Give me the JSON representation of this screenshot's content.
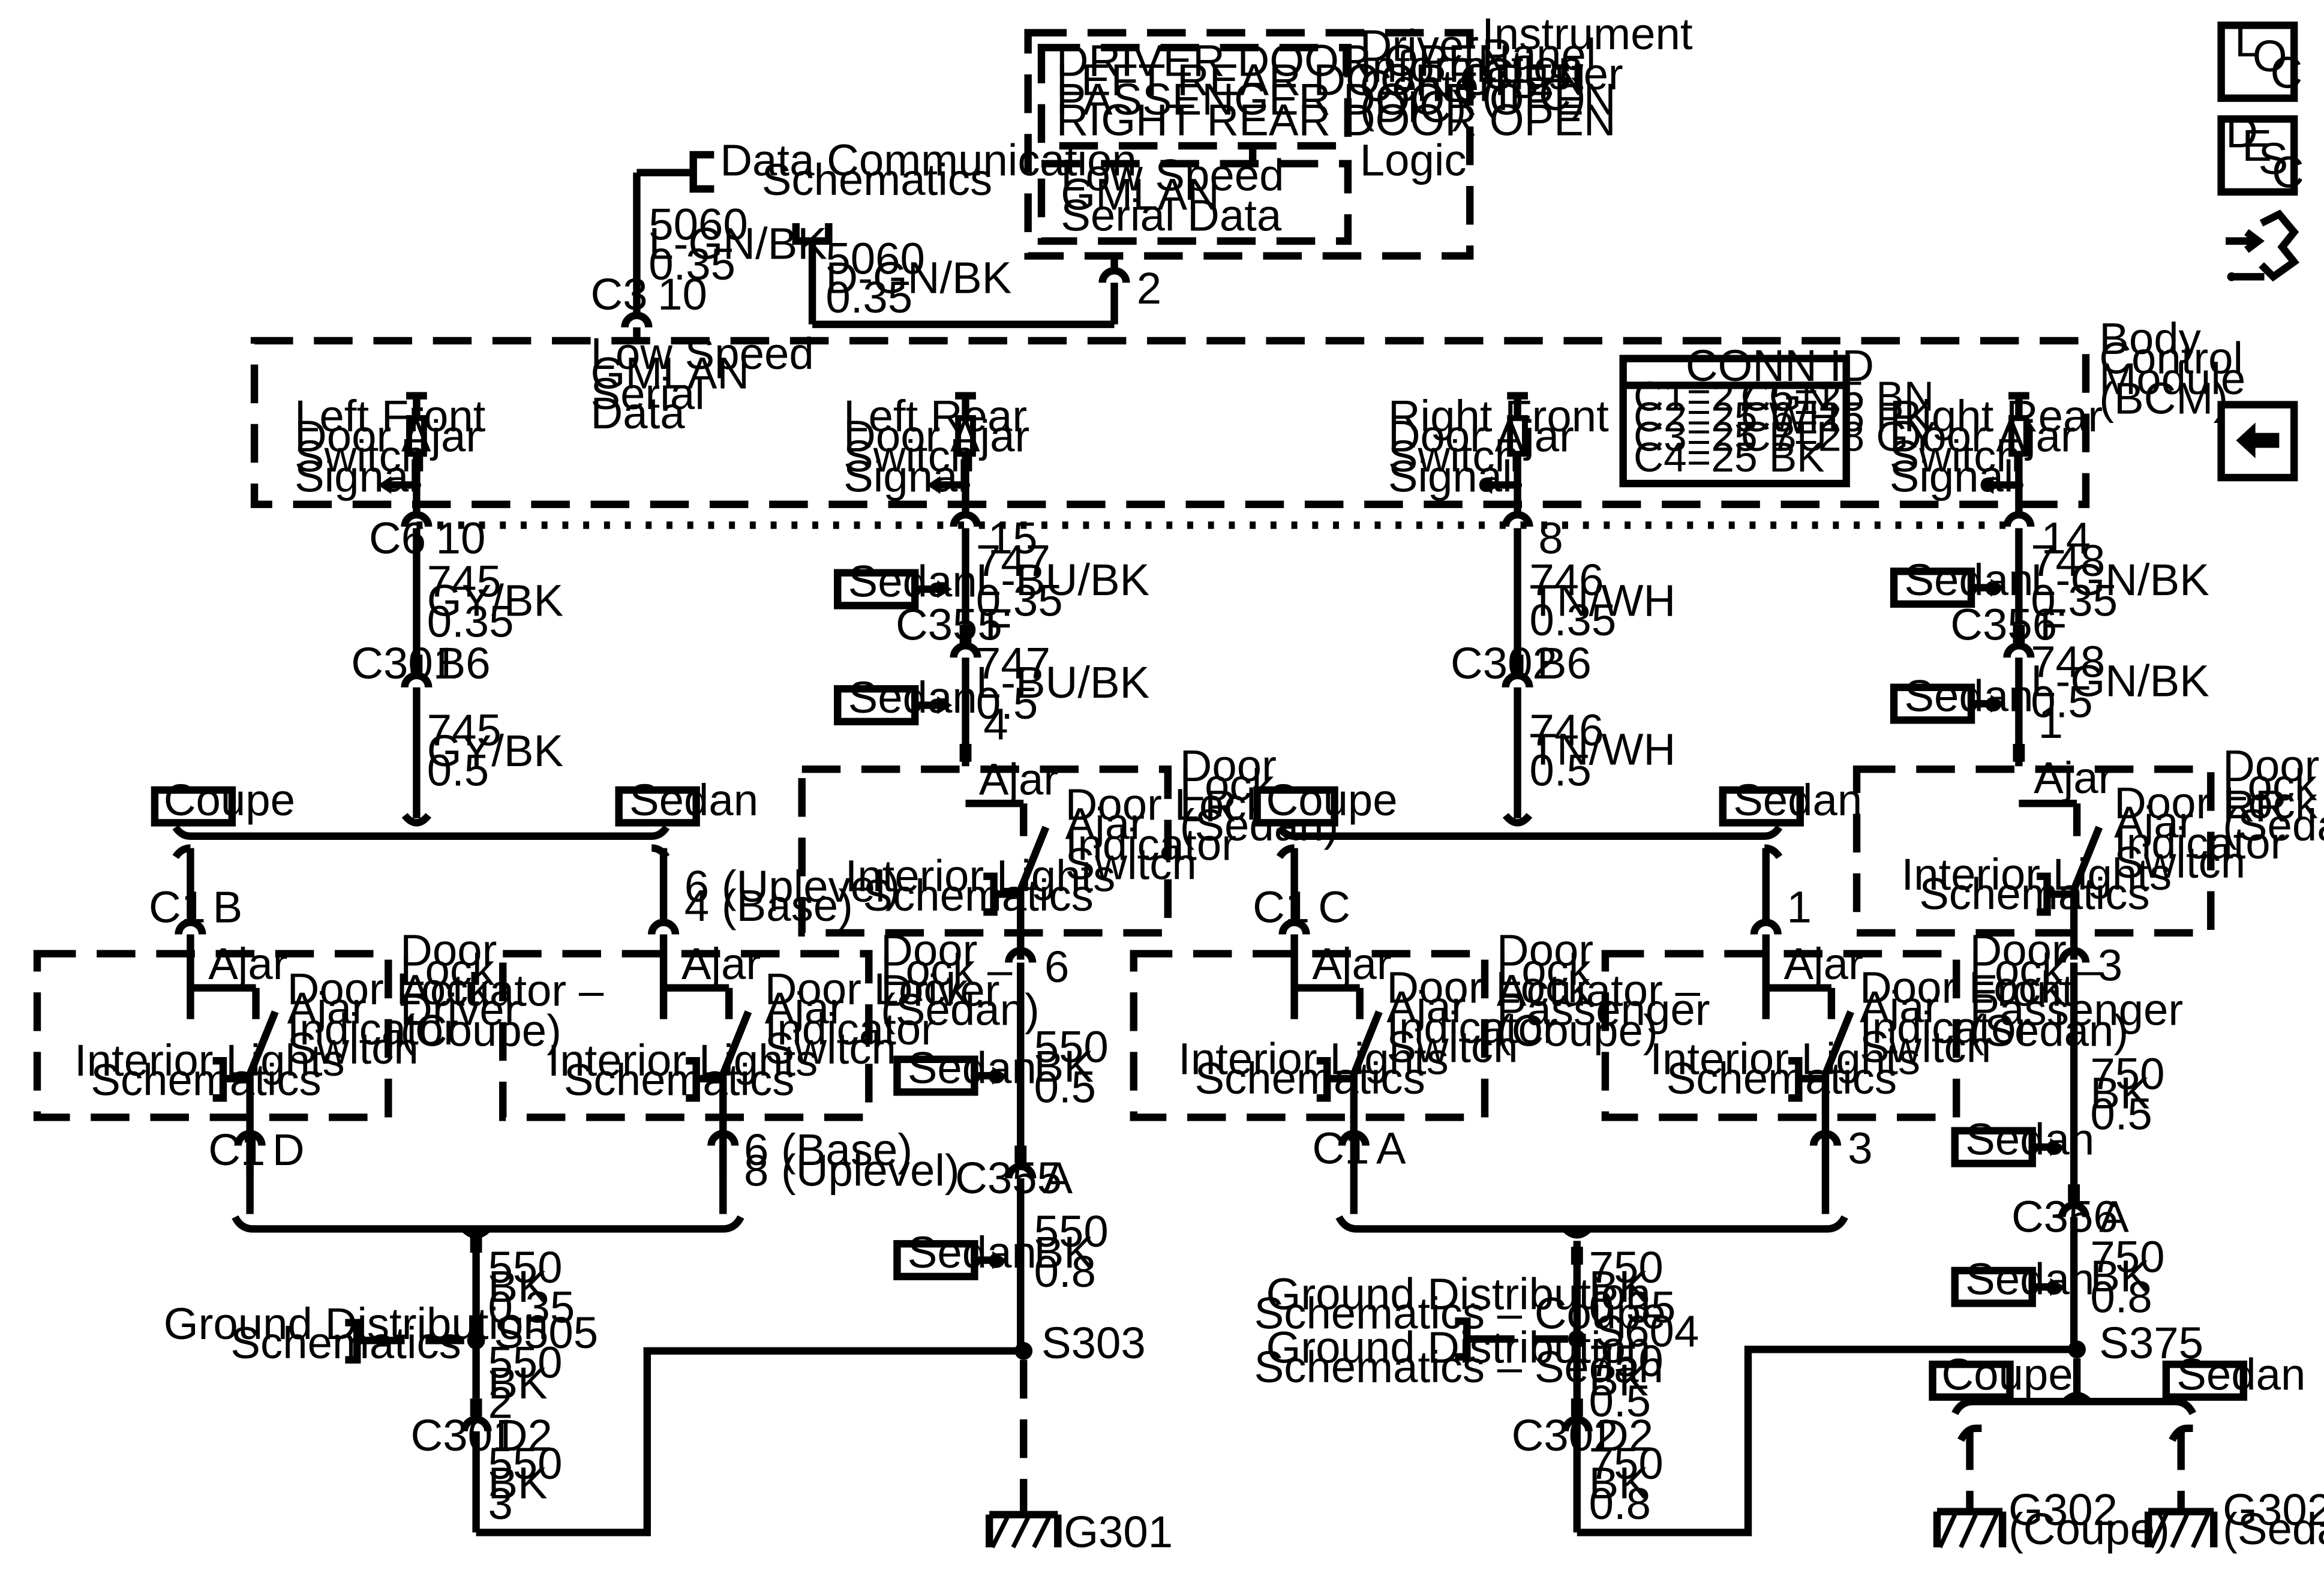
{
  "dic": {
    "messages": [
      "DRIVER DOOR OPEN",
      "LEFT REAR DOOR OPEN",
      "PASSENGER DOOR OPEN",
      "RIGHT REAR DOOR OPEN"
    ],
    "label": [
      "Driver",
      "Information",
      "Center",
      "(DIC)"
    ],
    "logic_label": "Logic",
    "serial": [
      "Low Speed",
      "GMLAN",
      "Serial Data"
    ]
  },
  "ipc": {
    "label": [
      "Instrument",
      "Panel",
      "Cluster",
      "(IPC)"
    ],
    "pin": "2"
  },
  "data_comm": {
    "label": [
      "Data Communication",
      "Schematics"
    ]
  },
  "wires": {
    "c3_circuit": [
      "5060",
      "L-GN/BK",
      "0.35"
    ],
    "c3_conn": "C3",
    "c3_pin": "10",
    "ipc_circuit": [
      "5060",
      "D-GN/BK",
      "0.35"
    ]
  },
  "bcm": {
    "label": [
      "Body",
      "Control",
      "Module",
      "(BCM)"
    ],
    "gmlan": [
      "Low Speed",
      "GMLAN",
      "Serial",
      "Data"
    ],
    "signals": [
      [
        "Left Front",
        "Door Ajar",
        "Switch",
        "Signal"
      ],
      [
        "Left Rear",
        "Door Ajar",
        "Switch",
        "Signal"
      ],
      [
        "Right Front",
        "Door Ajar",
        "Switch",
        "Signal"
      ],
      [
        "Right Rear",
        "Door Ajar",
        "Switch",
        "Signal"
      ]
    ],
    "conn_id_title": "CONN ID",
    "conn_id": [
      "C1=27 GN",
      "C5=25 BN",
      "C2=25 WH",
      "C6=25 PK",
      "C3=25 BU",
      "C7=28 GY",
      "C4=25 BK"
    ]
  },
  "labels": {
    "sedan": "Sedan",
    "coupe": "Coupe",
    "ajar": "Ajar",
    "switch": [
      "Door Lock",
      "Ajar",
      "Indicator",
      "Switch"
    ],
    "interior": [
      "Interior Lights",
      "Schematics"
    ],
    "ground_dist": [
      "Ground Distribution",
      "Schematics"
    ],
    "ground_coupe": [
      "Ground Distribution",
      "Schematics – Coupe"
    ],
    "ground_sedan": [
      "Ground Distribution",
      "Schematics – Sedan"
    ]
  },
  "components": {
    "driver_coupe": [
      "Door",
      "Lock",
      "Actuator –",
      "Driver",
      "(Coupe)"
    ],
    "driver_sedan": [
      "Door",
      "Lock –",
      "Driver",
      "(Sedan)"
    ],
    "lr": [
      "Door",
      "Lock –",
      "LR",
      "(Sedan)"
    ],
    "pass_coupe": [
      "Door",
      "Lock",
      "Actuator –",
      "Passenger",
      "(Coupe)"
    ],
    "rr": [
      "Door",
      "Lock –",
      "RR",
      "(Sedan)"
    ],
    "pass_sedan": [
      "Door",
      "Lock –",
      "Front",
      "Passenger",
      "(Sedan)"
    ]
  },
  "circuits": {
    "lf": {
      "c6": "C6",
      "c6_pin": "10",
      "w1": [
        "745",
        "GY/BK",
        "0.35"
      ],
      "c301": "C301",
      "c301_pin": "B6",
      "w2": [
        "745",
        "GY/BK",
        "0.5"
      ],
      "c1": "C1",
      "c1_pin_b": "B",
      "c1_pin_d": "D",
      "sedan_pin_top": [
        "6 (Uplevel)",
        "4 (Base)"
      ],
      "sedan_pin_bottom": [
        "6 (Base)",
        "8 (Uplevel)"
      ],
      "gnd1": [
        "550",
        "BK",
        "0.35"
      ],
      "s505": "S505",
      "gnd2": [
        "550",
        "BK",
        "2"
      ],
      "c301b": "C301",
      "c301b_pin": "D2",
      "gnd3": [
        "550",
        "BK",
        "3"
      ]
    },
    "lr": {
      "pin": "15",
      "w1": [
        "747",
        "L-BU/BK",
        "0.35"
      ],
      "c355": "C355",
      "c355_pin": "F",
      "w2": [
        "747",
        "L-BU/BK",
        "0.5"
      ],
      "pin4": "4",
      "pin6": "6",
      "gnd1": [
        "550",
        "BK",
        "0.5"
      ],
      "c355b_pin": "A",
      "gnd2": [
        "550",
        "BK",
        "0.8"
      ],
      "s303": "S303",
      "g301": "G301"
    },
    "rf": {
      "pin": "8",
      "w1": [
        "746",
        "TN/WH",
        "0.35"
      ],
      "c302": "C302",
      "c302_pin": "B6",
      "w2": [
        "746",
        "TN/WH",
        "0.5"
      ],
      "c1": "C1",
      "c1_pin_c": "C",
      "c1_pin_a": "A",
      "sedan_pin_top": "1",
      "sedan_pin_bottom": "3",
      "gnd1": [
        "750",
        "BK",
        "0.35"
      ],
      "s604": "S604",
      "gnd2": [
        "750",
        "BK",
        "0.5"
      ],
      "c302b": "C302",
      "c302b_pin": "D2",
      "gnd3": [
        "750",
        "BK",
        "0.8"
      ]
    },
    "rr": {
      "pin": "14",
      "w1": [
        "748",
        "L-GN/BK",
        "0.35"
      ],
      "c356": "C356",
      "c356_pin": "F",
      "w2": [
        "748",
        "L-GN/BK",
        "0.5"
      ],
      "pin1": "1",
      "pin3": "3",
      "gnd1": [
        "750",
        "BK",
        "0.5"
      ],
      "c356b": "C356",
      "c356b_pin": "A",
      "gnd2": [
        "750",
        "BK",
        "0.8"
      ],
      "s375": "S375",
      "g302_coupe": [
        "G302",
        "(Coupe)"
      ],
      "g302_sedan": [
        "G302",
        "(Sedan)"
      ]
    }
  },
  "side_icons": {
    "loc": [
      "L",
      "O",
      "C"
    ],
    "desc": [
      "D",
      "E",
      "S",
      "C"
    ],
    "items": [
      "loc-icon",
      "desc-icon",
      "connector-icon",
      "back-arrow-icon"
    ]
  }
}
